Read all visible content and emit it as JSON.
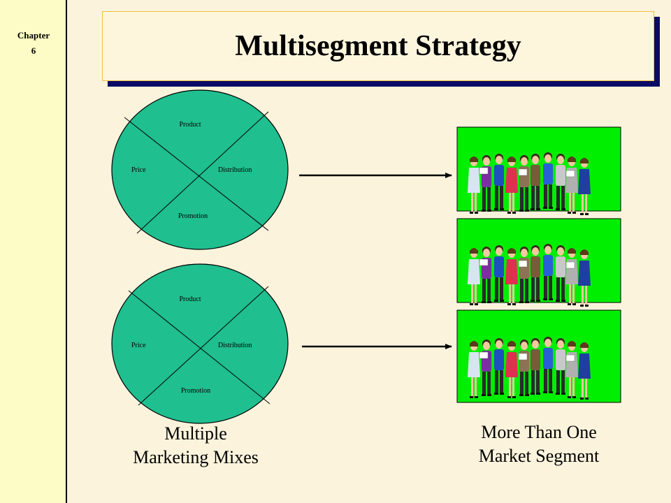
{
  "sidebar": {
    "chapter_label": "Chapter",
    "chapter_number": "6"
  },
  "title": "Multisegment Strategy",
  "mixes": [
    {
      "product": "Product",
      "price": "Price",
      "distribution": "Distribution",
      "promotion": "Promotion"
    },
    {
      "product": "Product",
      "price": "Price",
      "distribution": "Distribution",
      "promotion": "Promotion"
    }
  ],
  "captions": {
    "left": [
      "Multiple",
      "Marketing Mixes"
    ],
    "right": [
      "More Than One",
      "Market Segment"
    ]
  },
  "colors": {
    "mix_fill": "#1fbf8f",
    "segment_fill": "#00ee00",
    "sidebar": "#fdfcc6",
    "title_shadow": "#0a0a66"
  },
  "icons": [
    "people-group-icon"
  ]
}
